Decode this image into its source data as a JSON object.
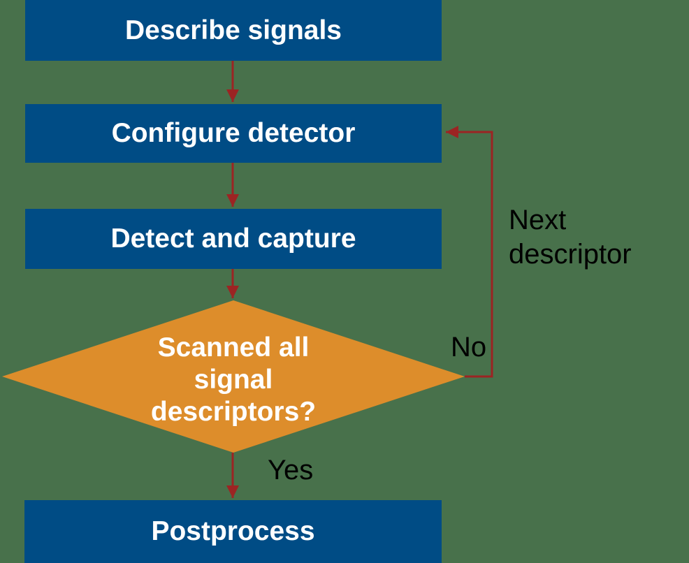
{
  "flowchart": {
    "colors": {
      "background": "#48714B",
      "process_fill": "#004C85",
      "decision_fill": "#DD8D2B",
      "arrow": "#9C2423",
      "node_text": "#FFFFFF",
      "edge_label_text": "#000000"
    },
    "nodes": {
      "describe": {
        "type": "process",
        "label": "Describe signals"
      },
      "configure": {
        "type": "process",
        "label": "Configure detector"
      },
      "detect": {
        "type": "process",
        "label": "Detect and capture"
      },
      "decision": {
        "type": "decision",
        "label": "Scanned all signal descriptors?",
        "lines": [
          "Scanned all",
          "signal",
          "descriptors?"
        ]
      },
      "postprocess": {
        "type": "process",
        "label": "Postprocess"
      }
    },
    "edges": {
      "yes_label": "Yes",
      "no_label": "No",
      "loop_label": "Next descriptor",
      "loop_label_lines": [
        "Next",
        "descriptor"
      ]
    }
  }
}
